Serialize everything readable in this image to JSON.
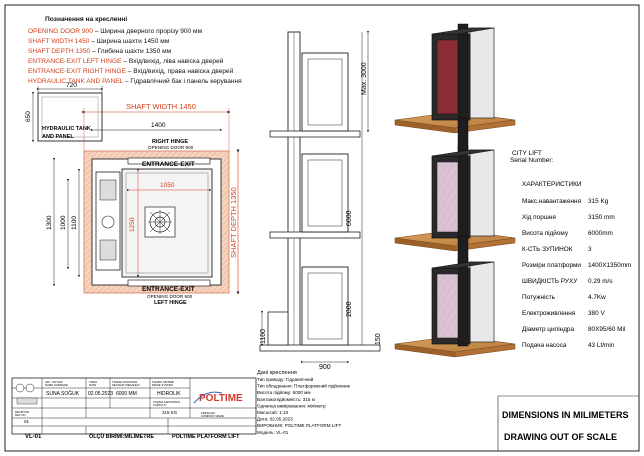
{
  "legend": {
    "title": "Позначення на кресленні",
    "items": [
      {
        "en": "OPENING DOOR 900",
        "ua": " – Ширина дверного прорізу 900 мм"
      },
      {
        "en": "SHAFT WIDTH 1450",
        "ua": " – Ширина шахти 1450 мм"
      },
      {
        "en": "SHAFT DEPTH 1350",
        "ua": " – Глибина шахти 1350 мм"
      },
      {
        "en": "ENTRANCE-EXIT LEFT HINGE",
        "ua": " – Вхід/вихід, ліва навіска дверей"
      },
      {
        "en": "ENTRANCE-EXIT RIGHT HINGE",
        "ua": " – Вхід/вихід, права навіска дверей"
      },
      {
        "en": "HYDRAULIC TANK AND PANEL",
        "ua": " – Гідравлічний бак і панель керування"
      }
    ]
  },
  "plan": {
    "dim_720": "720",
    "dim_650": "650",
    "hydraulic": [
      "HYDRAULIC TANK",
      "AND PANEL"
    ],
    "shaft_width": "SHAFT WIDTH 1450",
    "dim_1400": "1400",
    "right_hinge": "RIGHT HINGE",
    "opening_door_top": "OPENING DOOR 900",
    "entrance_exit_top": "ENTRANCE-EXIT",
    "dim_1050": "1050",
    "dim_1250": "1250",
    "shaft_depth": "SHAFT DEPTH 1350",
    "dim_1300": "1300",
    "dim_1000": "1000",
    "dim_1100": "1100",
    "entrance_exit_bottom": "ENTRANCE-EXIT",
    "opening_door_bottom": "OPENING DOOR 900",
    "left_hinge": "LEFT HINGE"
  },
  "elevation": {
    "dim_max3000": "Max. 3000",
    "dim_6000": "6000",
    "dim_2000": "2000",
    "dim_1160": "1160",
    "dim_150": "150",
    "dim_900": "900"
  },
  "specs": {
    "product": "CITY LIFT",
    "serial": "Serial Number:",
    "heading": "ХАРАКТЕРИСТИКИ",
    "rows": [
      {
        "label": "Макс.навантаження",
        "value": "315 Kg"
      },
      {
        "label": "Хід поршня",
        "value": "3150 mm"
      },
      {
        "label": "Висота підйому",
        "value": "6000mm"
      },
      {
        "label": "К-СТЬ ЗУПИНОК",
        "value": "3"
      },
      {
        "label": "Розміри платформи",
        "value": "1400X1350mm"
      },
      {
        "label": "ШВИДКІСТЬ РУХУ",
        "value": "0.29 m/s"
      },
      {
        "label": "Потужність",
        "value": "4.7Kw"
      },
      {
        "label": "Електроживлення",
        "value": "380 V"
      },
      {
        "label": "Діаметр циліндра",
        "value": "80X95/60 Mil"
      },
      {
        "label": "Подача насоса",
        "value": "43 Lt/min"
      }
    ]
  },
  "titleblock": {
    "headers": [
      "ADI - SOYADI\nNAME SURNAME",
      "TARIH\nDATE",
      "TRAVEL DISTANCE\nSEYAHAT MESAFESİ",
      "TAHRIK SISTEMI\nDRIVE SYSTEM"
    ],
    "name": "SUNA SOĞUK",
    "date": "02.05.2023",
    "travel": "6000 MM",
    "drive": "HIDROLIK",
    "capacity_header": "TAŞIMA KAPASİTESİ\nCAPACITY",
    "capacity": "315 KG",
    "revision_header": "REVİZYON\nREV NO",
    "revision": "01",
    "drawing_no": "VL-01",
    "unit_text": "ÖLÇÜ BİRİMİ:MİLİMETRE",
    "product_text": "POLTIME PLATFORM LIFT",
    "logo": "POLTIME",
    "company_header": "FIRMA ADI\nCOMPANY NAME"
  },
  "notes": {
    "title": "Дані креслення",
    "lines": [
      "Тип приводу: Гідравлічний",
      "Тип обладнання: Платформений підйомник",
      "Висота підйому: 6000 мм",
      "Вантажопідйомність: 315 кг",
      "Одиниця вимірювання: міліметр",
      "Масштаб: 1:10",
      "Дата: 02.05.2023",
      "ВИРОБНИК: POLTIME PLATFORM LIFT",
      "Модель: VL-01"
    ]
  },
  "footer": {
    "dimensions": "DIMENSIONS IN MILIMETERS",
    "scale": "DRAWING OUT OF SCALE"
  }
}
